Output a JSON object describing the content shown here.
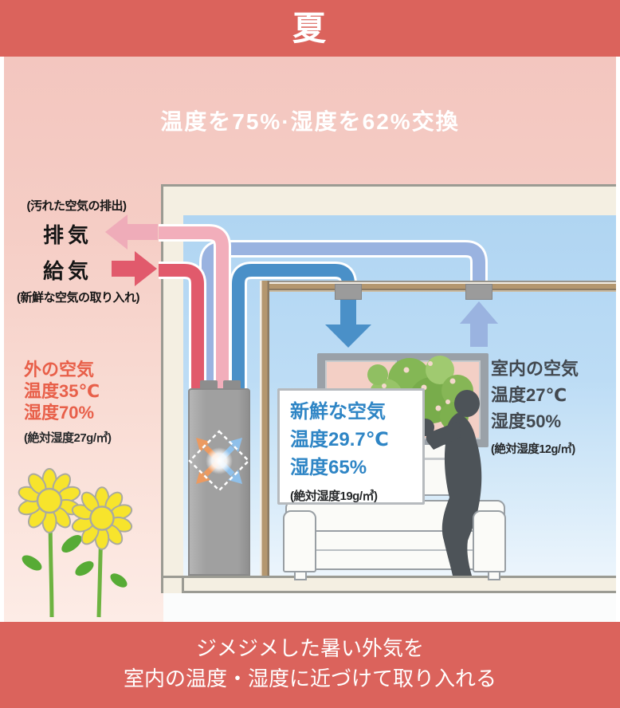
{
  "header": {
    "season": "夏"
  },
  "summary_title": "温度を75%·湿度を62%交換",
  "left": {
    "exhaust_note": "(汚れた空気の排出)",
    "exhaust_label": "排気",
    "supply_label": "給気",
    "supply_note": "(新鮮な空気の取り入れ)",
    "outside_air": {
      "name": "外の空気",
      "temperature": "温度35℃",
      "humidity": "湿度70%",
      "absolute_humidity": "(絶対湿度27g/㎥)"
    }
  },
  "room": {
    "fresh_air": {
      "name": "新鮮な空気",
      "temperature": "温度29.7℃",
      "humidity": "湿度65%",
      "absolute_humidity": "(絶対湿度19g/㎥)"
    },
    "indoor_air": {
      "name": "室内の空気",
      "temperature": "温度27℃",
      "humidity": "湿度50%",
      "absolute_humidity": "(絶対湿度12g/㎥)"
    }
  },
  "footer": {
    "line1": "ジメジメした暑い外気を",
    "line2": "室内の温度・湿度に近づけて取り入れる"
  },
  "colors": {
    "banner": "#db635c",
    "pink_bg_top": "#f3c6bf",
    "pink_bg_bottom": "#fdece6",
    "sky": "#b4d8f3",
    "supply_pipe_red": "#e15a6c",
    "exhaust_pipe_pink": "#f2aebb",
    "fresh_air_blue": "#4a90c8",
    "return_air_blue": "#9ab3e0",
    "outside_text_red": "#e85f49",
    "fresh_text_blue": "#2e85c5"
  }
}
